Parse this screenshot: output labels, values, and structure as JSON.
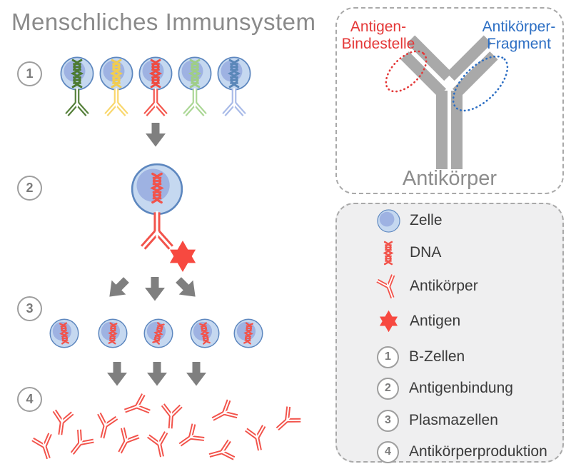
{
  "title": "Menschliches Immunsystem",
  "antibody_panel": {
    "antigen_site_line1": "Antigen-",
    "antigen_site_line2": "Bindestelle",
    "fragment_line1": "Antikörper-",
    "fragment_line2": "Fragment",
    "caption": "Antikörper"
  },
  "legend": {
    "items": [
      {
        "icon": "cell-icon",
        "label": "Zelle"
      },
      {
        "icon": "dna-icon",
        "label": "DNA"
      },
      {
        "icon": "antibody-icon",
        "label": "Antikörper"
      },
      {
        "icon": "antigen-icon",
        "label": "Antigen"
      }
    ],
    "steps": [
      {
        "num": "1",
        "label": "B-Zellen"
      },
      {
        "num": "2",
        "label": "Antigenbindung"
      },
      {
        "num": "3",
        "label": "Plasmazellen"
      },
      {
        "num": "4",
        "label": "Antikörperproduktion"
      }
    ]
  },
  "colors": {
    "title_gray": "#8a8a8a",
    "arrow_gray": "#7f7f7f",
    "antibody_structure_gray": "#a9a9a9",
    "red": "#f2534b",
    "antigen_red": "#f74940",
    "annotation_red": "#e43838",
    "annotation_blue": "#2d6fc4",
    "cell_fill": "#c5d8f0",
    "cell_border": "#5d87bf",
    "nucleus": "#94a9df",
    "legend_background": "#efeff0",
    "b_cell_variants": [
      {
        "dna": "#4c7a31",
        "antibody": "#55803a"
      },
      {
        "dna": "#f0cc52",
        "antibody": "#f9d76d"
      },
      {
        "dna": "#ef4b41",
        "antibody": "#f4584f"
      },
      {
        "dna": "#9fce87",
        "antibody": "#abd795"
      },
      {
        "dna": "#5a87b8",
        "antibody": "#a9bbe8"
      }
    ]
  }
}
